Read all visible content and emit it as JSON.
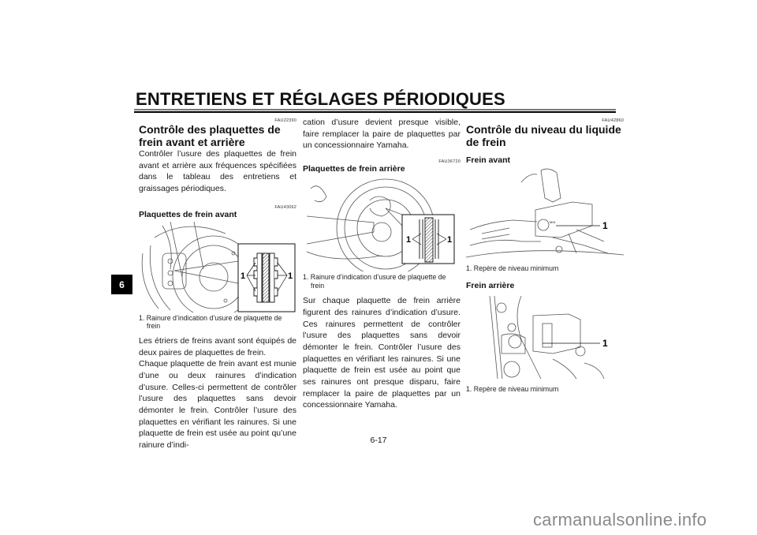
{
  "header": {
    "title": "ENTRETIENS ET RÉGLAGES PÉRIODIQUES",
    "chapter_tab": "6"
  },
  "column1": {
    "section_code": "FAU22390",
    "section_title": "Contrôle des plaquettes de frein avant et arrière",
    "intro": "Contrôler l’usure des plaquettes de frein avant et arrière aux fréquences spécifiées dans le tableau des entretiens et graissages périodiques.",
    "sub_code": "FAU43062",
    "sub_title": "Plaquettes de frein avant",
    "figure_label": "1",
    "caption": "1. Rainure d’indication d’usure de plaquette de frein",
    "paragraph1": "Les étriers de freins avant sont équipés de deux paires de plaquettes de frein.",
    "paragraph2": "Chaque plaquette de frein avant est munie d’une ou deux rainures d’indication d’usure. Celles-ci permettent de contrôler l’usure des plaquettes sans devoir démonter le frein. Contrôler l’usure des plaquettes en vérifiant les rainures. Si une plaquette de frein est usée au point qu’une rainure d’indi-"
  },
  "column2": {
    "continued": "cation d’usure devient presque visible, faire remplacer la paire de plaquettes par un concessionnaire Yamaha.",
    "sub_code": "FAU36720",
    "sub_title": "Plaquettes de frein arrière",
    "figure_label": "1",
    "caption": "1. Rainure d’indication d’usure de plaquette de frein",
    "paragraph": "Sur chaque plaquette de frein arrière figurent des rainures d’indication d’usure. Ces rainures permettent de contrôler l’usure des plaquettes sans devoir démonter le frein. Contrôler l’usure des plaquettes en vérifiant les rainures. Si une plaquette de frein est usée au point que ses rainures ont presque disparu, faire remplacer la paire de plaquettes par un concessionnaire Yamaha."
  },
  "column3": {
    "section_code": "FAU42860",
    "section_title": "Contrôle du niveau du liquide de frein",
    "front_title": "Frein avant",
    "front_label": "1",
    "front_caption": "1. Repère de niveau minimum",
    "rear_title": "Frein arrière",
    "rear_label": "1",
    "rear_caption": "1. Repère de niveau minimum",
    "min_mark": "MIN"
  },
  "footer": {
    "page_number": "6-17",
    "watermark": "carmanualsonline.info"
  }
}
